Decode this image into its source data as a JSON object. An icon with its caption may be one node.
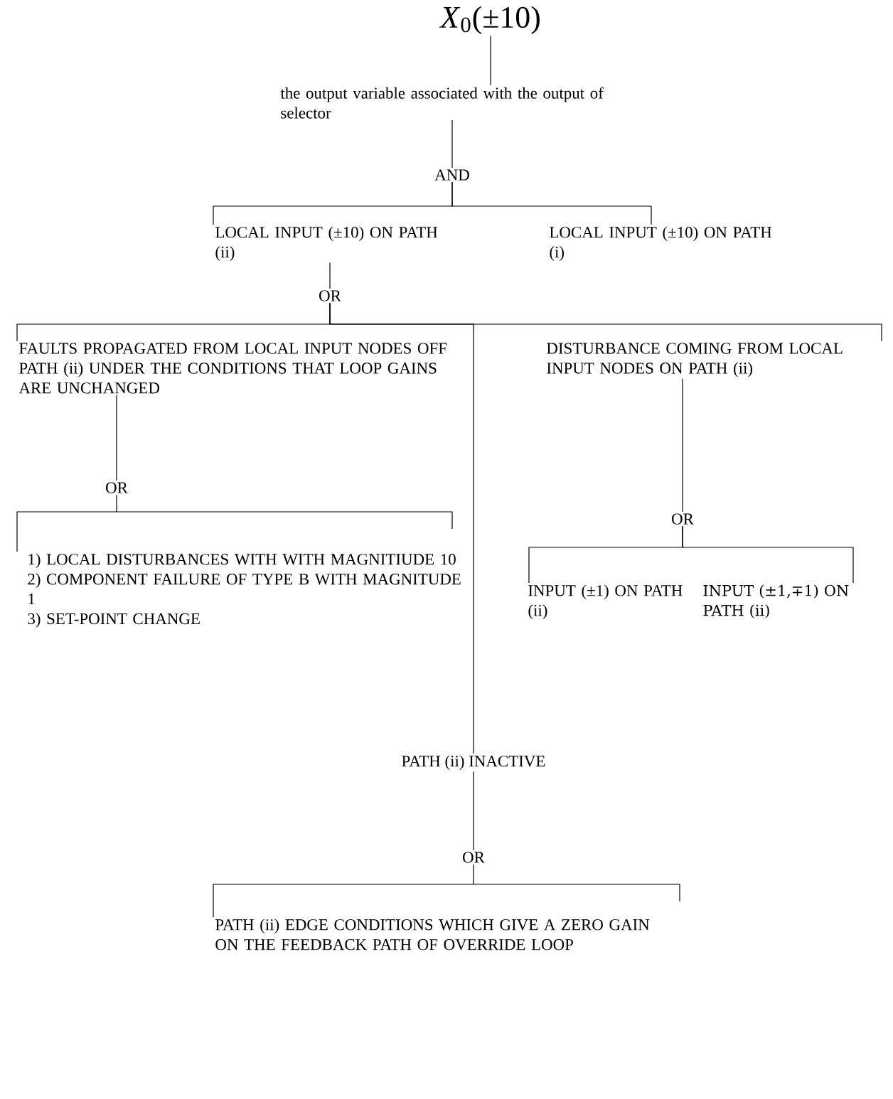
{
  "diagram": {
    "nodes": [
      {
        "text": [
          "*X*$_{0}$(±10)"
        ]
      },
      {
        "text": [
          "the output variable associated with the output of selector"
        ]
      },
      {
        "text": [
          "AND"
        ]
      },
      {
        "text": [
          "LOCAL INPUT (±10) ON PATH (ii)"
        ]
      },
      {
        "text": [
          "LOCAL INPUT (±10) ON PATH (i)"
        ]
      },
      {
        "text": [
          "OR"
        ]
      },
      {
        "text": [
          "FAULTS PROPAGATED FROM LOCAL INPUT NODES OFF PATH (ii) UNDER THE CONDITIONS THAT LOOP GAINS ARE UNCHANGED"
        ]
      },
      {
        "text": [
          "DISTURBANCE COMING FROM LOCAL INPUT NODES ON PATH (ii)"
        ]
      },
      {
        "text": [
          "OR"
        ]
      },
      {
        "text": [
          "OR"
        ]
      },
      {
        "text": [
          "1) LOCAL DISTURBANCES WITH WITH MAGNITIUDE 10",
          "2) COMPONENT FAILURE OF TYPE B WITH MAGNITUDE 1",
          "3) SET-POINT CHANGE"
        ]
      },
      {
        "text": [
          "INPUT (±1) ON PATH (ii)"
        ]
      },
      {
        "text": [
          "INPUT (±1,∓1) ON PATH (ii)"
        ]
      },
      {
        "text": [
          "PATH (ii) INACTIVE"
        ]
      },
      {
        "text": [
          "OR"
        ]
      },
      {
        "text": [
          "PATH (ii) EDGE CONDITIONS WHICH GIVE A ZERO GAIN ON THE FEEDBACK PATH OF OVERRIDE LOOP"
        ]
      }
    ],
    "edges": [
      {
        "from": 0,
        "to": 1,
        "arrow": "none"
      },
      {
        "from": 1,
        "to": 2,
        "arrow": "none"
      },
      {
        "from": 2,
        "to": 3,
        "arrow": "none"
      },
      {
        "from": 2,
        "to": 4,
        "arrow": "none"
      },
      {
        "from": 3,
        "to": 5,
        "arrow": "none"
      },
      {
        "from": 5,
        "to": 6,
        "arrow": "none"
      },
      {
        "from": 5,
        "to": 13,
        "arrow": "none"
      },
      {
        "from": 5,
        "to": 7,
        "arrow": "none"
      },
      {
        "from": 6,
        "to": 8,
        "arrow": "none"
      },
      {
        "from": 8,
        "to": 10,
        "arrow": "none"
      },
      {
        "from": 7,
        "to": 9,
        "arrow": "none"
      },
      {
        "from": 9,
        "to": 11,
        "arrow": "none"
      },
      {
        "from": 9,
        "to": 12,
        "arrow": "none"
      },
      {
        "from": 13,
        "to": 14,
        "arrow": "none"
      },
      {
        "from": 14,
        "to": 15,
        "arrow": "none"
      }
    ]
  }
}
